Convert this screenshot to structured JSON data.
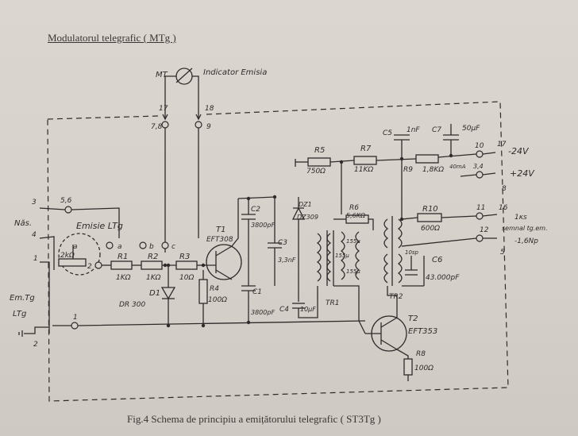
{
  "heading": "Modulatorul telegrafic ( MTg )",
  "caption": "Fig.4 Schema de principiu a emițătorului telegrafic ( ST3Tg )",
  "labels": {
    "mt": "MT",
    "indicator": "Indicator Emisia",
    "t17": "17",
    "t18": "18",
    "t78": "7,8",
    "t9": "9",
    "t3": "3",
    "t56": "5,6",
    "nas": "Năs.",
    "t4": "4",
    "t1": "1",
    "emisie": "Emisie LTg",
    "ta": "a",
    "tb": "b",
    "tc": "c",
    "r2k": "2kΩ",
    "pa": "a",
    "p2": "2",
    "r1": "R1",
    "r1v": "1KΩ",
    "r2": "R2",
    "r2v": "1KΩ",
    "r3": "R3",
    "r3v": "10Ω",
    "d1": "D1",
    "d1v": "DR 300",
    "emtg": "Em.Tg",
    "ltg": "LTg",
    "t1b": "1",
    "t2": "2",
    "t1tr": "T1",
    "eft308": "EFT308",
    "r4": "R4",
    "r4v": "100Ω",
    "c2": "C2",
    "c2v": "3800pF",
    "dz1": "DZ1",
    "dzv": "DZ309",
    "c3": "C3",
    "c3v": "3,3nF",
    "c1": "C1",
    "c1v": "3800pF",
    "c4": "C4",
    "c4v": "10μF",
    "tr1": "TR1",
    "r5": "R5",
    "r5v": "750Ω",
    "r7": "R7",
    "r7v": "11KΩ",
    "c5": "C5",
    "c5v": "1nF",
    "c7": "C7",
    "c7v": "50μF",
    "r9": "R9",
    "r9v": "1,8KΩ",
    "ma": "40mA",
    "t10": "10",
    "t17b": "17",
    "m24": "-24V",
    "t34": "3,4",
    "p24": "+24V",
    "t8": "8",
    "r6": "R6",
    "r6v": "5,6KΩ",
    "n155a": "155μ",
    "n155b": "155μ",
    "n155c": "155μ",
    "r10": "R10",
    "r10v": "600Ω",
    "t11": "11",
    "t16": "16",
    "semnal": "1κs",
    "semnal2": "semnal tg.em.",
    "t12": "12",
    "t5": "5",
    "np": "-1,6Np",
    "s10": "10sp",
    "c6": "C6",
    "c6v": "43.000pF",
    "tr2": "TR2",
    "t2tr": "T2",
    "eft353": "EFT353",
    "r8": "R8",
    "r8v": "100Ω"
  }
}
